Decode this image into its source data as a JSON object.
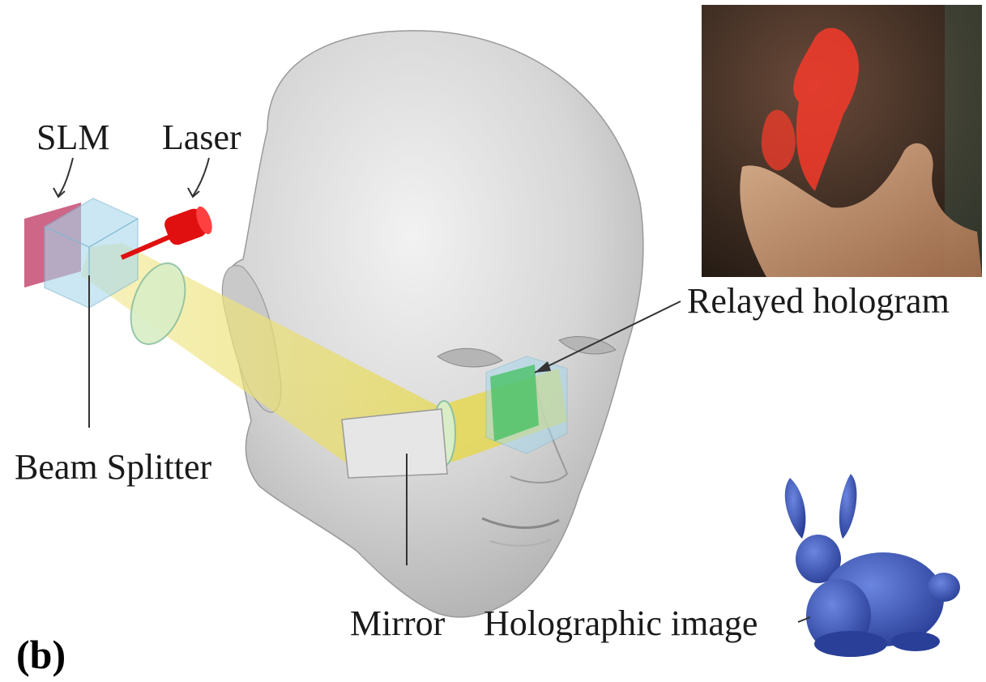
{
  "panel_label": "(b)",
  "labels": {
    "slm": "SLM",
    "laser": "Laser",
    "beam_splitter": "Beam Splitter",
    "relayed_hologram": "Relayed hologram",
    "mirror": "Mirror",
    "holographic_image": "Holographic image"
  },
  "colors": {
    "slm": "#c8557a",
    "laser": "#e01010",
    "beam": "#f0e070",
    "cube": "#a8d8ec",
    "relay_cube": "#40c060",
    "bunny": "#3a55b8",
    "head": "#d4d4d4",
    "hologram": "#ff3a2a"
  }
}
